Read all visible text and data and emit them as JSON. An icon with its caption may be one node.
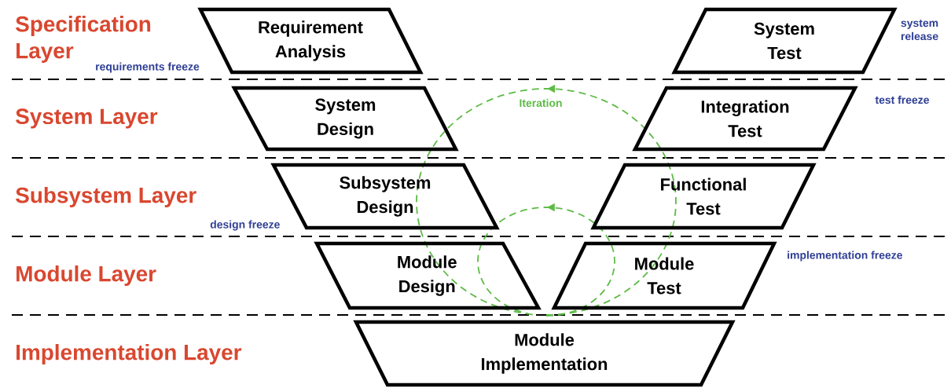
{
  "diagram": {
    "nodes": [
      {
        "text": [
          "Requirement Analysis"
        ],
        "beside": [
          "requirements freeze"
        ]
      },
      {
        "text": [
          "System Test"
        ],
        "beside": [
          "system release"
        ]
      },
      {
        "text": [
          "System Design"
        ]
      },
      {
        "text": [
          "Integration Test"
        ],
        "beside": [
          "test freeze"
        ]
      },
      {
        "text": [
          "Subsystem Design"
        ],
        "beside": [
          "design freeze"
        ]
      },
      {
        "text": [
          "Functional Test"
        ]
      },
      {
        "text": [
          "Module Design"
        ]
      },
      {
        "text": [
          "Module Test"
        ],
        "beside": [
          "implementation freeze"
        ]
      },
      {
        "text": [
          "Module Implementation"
        ]
      }
    ],
    "labels": [
      "Specification Layer",
      "System Layer",
      "Iteration",
      "Subsystem Layer",
      "Module Layer",
      "Implementation Layer"
    ]
  }
}
